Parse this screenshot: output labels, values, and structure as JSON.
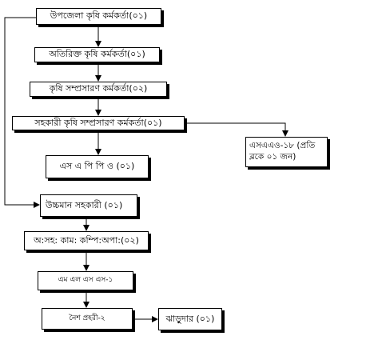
{
  "chart": {
    "nodes": {
      "upazila_officer": "উপজেলা কৃষি কর্মকর্তা(০১)",
      "additional_officer": "অতিরিক্ত কৃষি কর্মকর্তা(০১)",
      "extension_officer": "কৃষি সম্প্রসারণ কর্মকর্তা(০২)",
      "assistant_extension_officer": "সহকারী কৃষি সম্প্রসারণ কর্মকর্তা(০১)",
      "saao": "এসএএও-১৮ (প্রতি ব্লকে ০১ জন)",
      "sapp": "এস এ পি পি ও (০১)",
      "plant_protection_assistant": "উচ্চমান সহকারী (০১)",
      "office_assistant": "অ:সহ: কাম: কম্পি:অপা:(০২)",
      "mlss": "এম এল এস এস-১",
      "night_guard": "নৈশ প্রহরী-২",
      "sweeper": "ঝাড়ুদার (০১)"
    }
  }
}
